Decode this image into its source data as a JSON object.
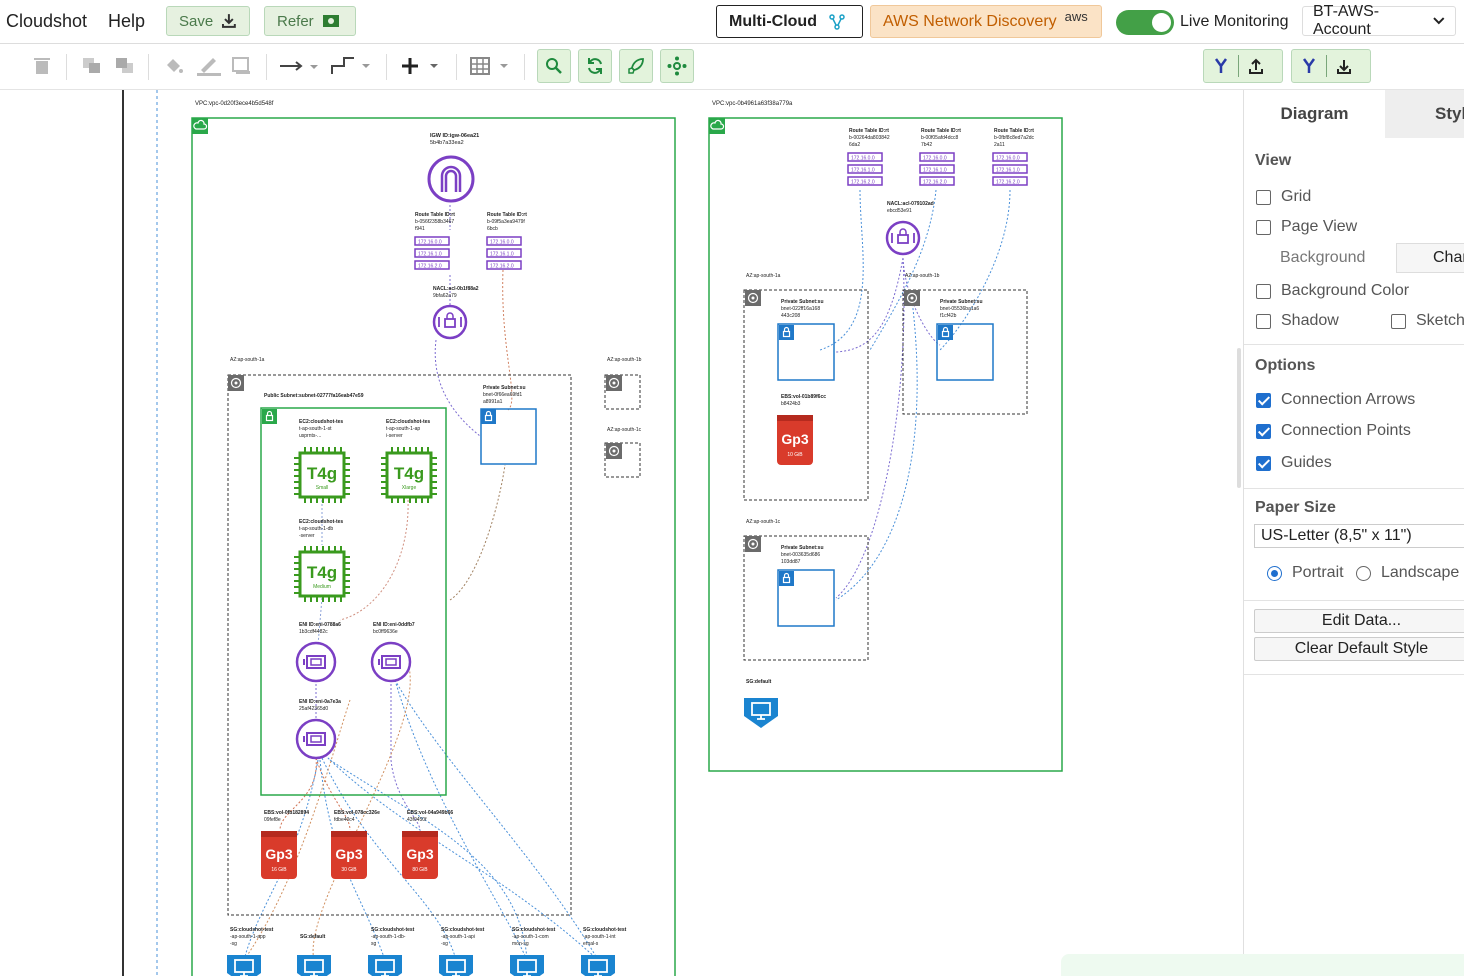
{
  "menu": {
    "app": "Cloudshot",
    "help": "Help"
  },
  "topbar": {
    "save_label": "Save",
    "refer_label": "Refer",
    "multicloud_label": "Multi-Cloud",
    "aws_label": "AWS Network Discovery",
    "aws_logo": "aws",
    "live_label": "Live Monitoring",
    "live_on": true,
    "account": "BT-AWS-Account"
  },
  "panel": {
    "tab_diagram": "Diagram",
    "tab_style": "Styl",
    "view_heading": "View",
    "grid": "Grid",
    "page_view": "Page View",
    "background": "Background",
    "change": "Char",
    "background_color": "Background Color",
    "shadow": "Shadow",
    "sketch": "Sketch",
    "options_heading": "Options",
    "connection_arrows": "Connection Arrows",
    "connection_points": "Connection Points",
    "guides": "Guides",
    "paper_heading": "Paper Size",
    "paper_value": "US-Letter (8,5\" x 11\")",
    "portrait": "Portrait",
    "landscape": "Landscape",
    "edit_data": "Edit Data...",
    "clear_style": "Clear Default Style"
  },
  "diagram": {
    "vpc1": "VPC:vpc-0d20f3ece4b5d548f",
    "vpc2": "VPC:vpc-0b4961a63f38a779a",
    "igw": "IGW ID:igw-06ea21",
    "igw2": "5b4b7a33ea2",
    "rt1a": "Route Table ID:rt",
    "rt1b": "b-056f2358b3467",
    "rt1c": "f941",
    "rt2a": "Route Table ID:rt",
    "rt2b": "b-09f5a3ea9479f",
    "rt2c": "6bcb",
    "cidr1": "172.16.0.0",
    "cidr2": "172.16.1.0",
    "cidr3": "172.16.2.0",
    "nacl1a": "NACL:acl-0b1f88a2",
    "nacl1b": "9bfa62a79",
    "az1a": "AZ:ap-south-1a",
    "az1b": "AZ:ap-south-1b",
    "az1c": "AZ:ap-south-1c",
    "pub_subnet": "Public Subnet:subnet-02777fa16eab47e59",
    "priv1a": "Private Subnet:su",
    "priv1b": "bnet-0f66ea69fd1",
    "priv1c": "a8991a1",
    "ec2a1": "EC2:cloudshot-tes",
    "ec2a2": "t-ap-south-1-st",
    "ec2a3": "usprnts-...",
    "ec2b1": "EC2:cloudshot-tes",
    "ec2b2": "t-ap-south-1-ap",
    "ec2b3": "i-server",
    "ec2c1": "EC2:cloudshot-tes",
    "ec2c2": "t-ap-south-1-db",
    "ec2c3": "-server",
    "t4g": "T4g",
    "small": "Small",
    "xlarge": "Xlarge",
    "medium": "Medium",
    "eni1a": "ENI ID:eni-0788a6",
    "eni1b": "1b3cdf4482c",
    "eni2a": "ENI ID:eni-0ddfb7",
    "eni2b": "bc0ff9636e",
    "eni3a": "ENI ID:eni-0a7e3a",
    "eni3b": "25af42365d0",
    "ebs1a": "EBS:vol-0fb182894",
    "ebs1b": "09fef8e",
    "ebs2a": "EBS:vol-078cc326e",
    "ebs2b": "fdbe40c4",
    "ebs3a": "EBS:vol-04a949b66",
    "ebs3b": "43f0450f",
    "gp3": "Gp3",
    "s16": "16 GiB",
    "s30": "30 GiB",
    "s80": "80 GiB",
    "s10": "10 GiB",
    "sg1": "SG:cloudshot-test",
    "sg1b": "-ap-south-1-app",
    "sg1c": "-sg",
    "sg2": "SG:default",
    "sg3": "SG:cloudshot-test",
    "sg3b": "-ap-south-1-db-",
    "sg3c": "sg",
    "sg4": "SG:cloudshot-test",
    "sg4b": "-ap-south-1-api",
    "sg4c": "-sg",
    "sg5": "SG:cloudshot-test",
    "sg5b": "-ap-south-1-com",
    "sg5c": "mon-sg",
    "sg6": "SG:cloudshot-test",
    "sg6b": "-ap-south-1-int",
    "sg6c": "ernal-s",
    "rt3a": "Route Table ID:rt",
    "rt3b": "b-00264da803842",
    "rt3c": "6da2",
    "rt4a": "Route Table ID:rt",
    "rt4b": "b-00f05afd4dcc8",
    "rt4c": "7b42",
    "rt5a": "Route Table ID:rt",
    "rt5b": "b-0fbf8c8ed7a2dc",
    "rt5c": "2a11",
    "nacl2a": "NACL:acl-079102ad",
    "nacl2b": "ebcd53e91",
    "az2a": "AZ:ap-south-1a",
    "az2b": "AZ:ap-south-1b",
    "az2c": "AZ:ap-south-1c",
    "ps2a1": "Private Subnet:su",
    "ps2a2": "bnet-022ff16a168",
    "ps2a3": "443c208",
    "ps2b1": "Private Subnet:su",
    "ps2b2": "bnet-05536ba1a6",
    "ps2b3": "f1cf42b",
    "ps2c1": "Private Subnet:su",
    "ps2c2": "bnet-003635d686",
    "ps2c3": "103dd87",
    "ebs4a": "EBS:vol-01b89f6cc",
    "ebs4b": "b8424b3",
    "sgdef": "SG:default"
  }
}
